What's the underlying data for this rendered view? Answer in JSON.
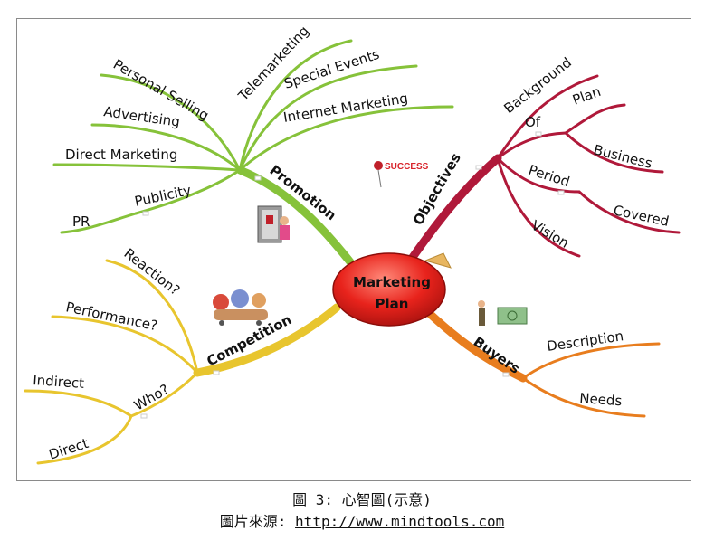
{
  "center": {
    "line1": "Marketing",
    "line2": "Plan"
  },
  "branches": {
    "promotion": {
      "label": "Promotion",
      "color": "#86c23a",
      "leaves": [
        "Telemarketing",
        "Personal Selling",
        "Special Events",
        "Internet Marketing",
        "Advertising",
        "Direct Marketing",
        "Publicity",
        "PR"
      ]
    },
    "objectives": {
      "label": "Objectives",
      "color": "#b0193a",
      "leaves": [
        "Background",
        "Of",
        "Plan",
        "Business",
        "Period",
        "Covered",
        "Vision"
      ],
      "badge": "SUCCESS"
    },
    "competition": {
      "label": "Competition",
      "color": "#e8c52e",
      "leaves": [
        "Reaction?",
        "Performance?",
        "Who?",
        "Indirect",
        "Direct"
      ]
    },
    "buyers": {
      "label": "Buyers",
      "color": "#e87d1e",
      "leaves": [
        "Description",
        "Needs"
      ]
    }
  },
  "caption": {
    "line1": "圖 3: 心智圖(示意)",
    "line2_prefix": "圖片來源: ",
    "line2_link": "http://www.mindtools.com"
  }
}
